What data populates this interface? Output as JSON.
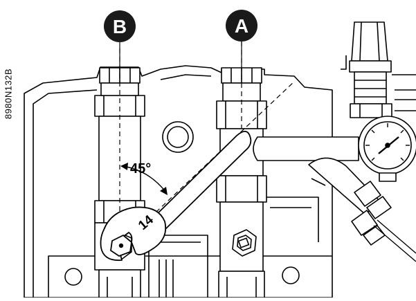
{
  "diagram": {
    "labels": {
      "a": "A",
      "b": "B"
    },
    "angle_label": "45°",
    "wrench_size": "14",
    "drawing_code": "8980N132B"
  },
  "colors": {
    "line": "#000000",
    "fill": "#ffffff",
    "badge": "#1a1a1a",
    "badge_text": "#ffffff"
  }
}
